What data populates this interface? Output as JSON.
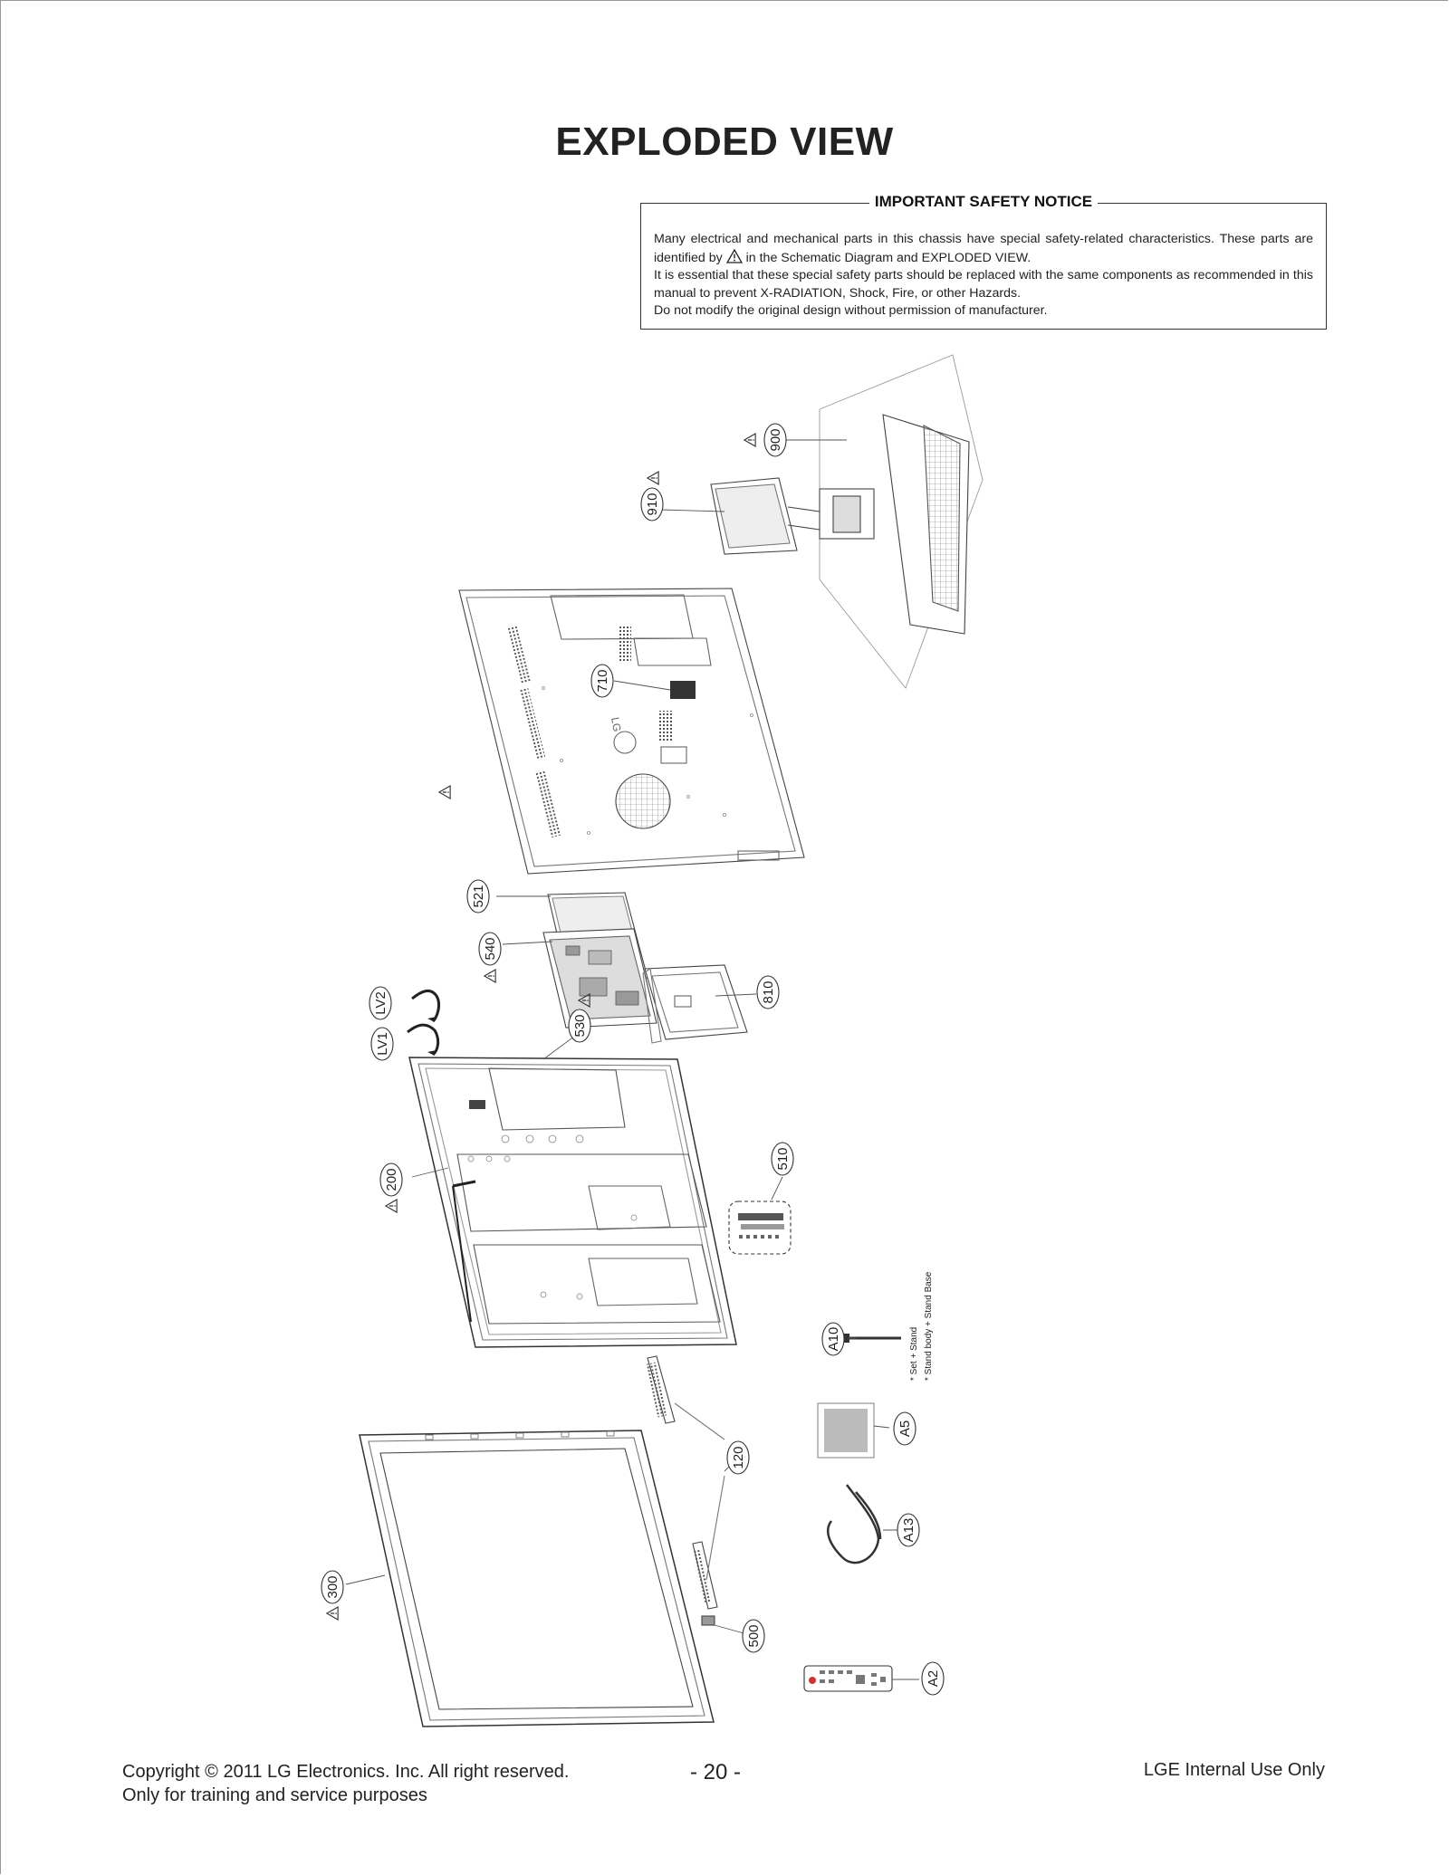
{
  "title": "EXPLODED VIEW",
  "notice": {
    "heading": "IMPORTANT SAFETY NOTICE",
    "line1": "Many electrical and mechanical parts in this chassis have special safety-related characteristics. These parts are identified by",
    "line1b": "in the Schematic Diagram and EXPLODED VIEW.",
    "line2": "It is essential that these special safety parts should be replaced with the same components as recommended in this manual to prevent X-RADIATION, Shock, Fire, or other Hazards.",
    "line3": "Do not modify the original design without permission of manufacturer."
  },
  "parts": {
    "p900": "900",
    "p910": "910",
    "p710": "710",
    "p521": "521",
    "p540": "540",
    "p810": "810",
    "p530": "530",
    "pLV2": "LV2",
    "pLV1": "LV1",
    "p200": "200",
    "p510": "510",
    "pA10": "A10",
    "pA5": "A5",
    "p120": "120",
    "pA13": "A13",
    "p300": "300",
    "p500": "500",
    "pA2": "A2"
  },
  "accessory_note": {
    "line1": "* Set + Stand",
    "line2": "* Stand body + Stand Base"
  },
  "footer": {
    "copyright": "Copyright  © 2011 LG Electronics. Inc. All right reserved.",
    "purpose": "Only for training and service purposes",
    "page": "- 20 -",
    "internal": "LGE Internal Use Only"
  }
}
